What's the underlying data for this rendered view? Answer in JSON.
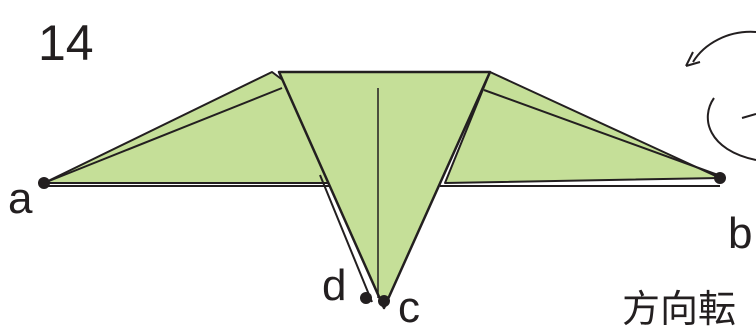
{
  "diagram": {
    "step_number": "14",
    "points": {
      "a": "a",
      "b": "b",
      "c": "c",
      "d": "d"
    },
    "caption": "方向転",
    "colors": {
      "paper": "#c5df98",
      "line": "#231f20",
      "background": "#ffffff"
    },
    "icons": [
      "rotate-arrow-icon"
    ]
  }
}
